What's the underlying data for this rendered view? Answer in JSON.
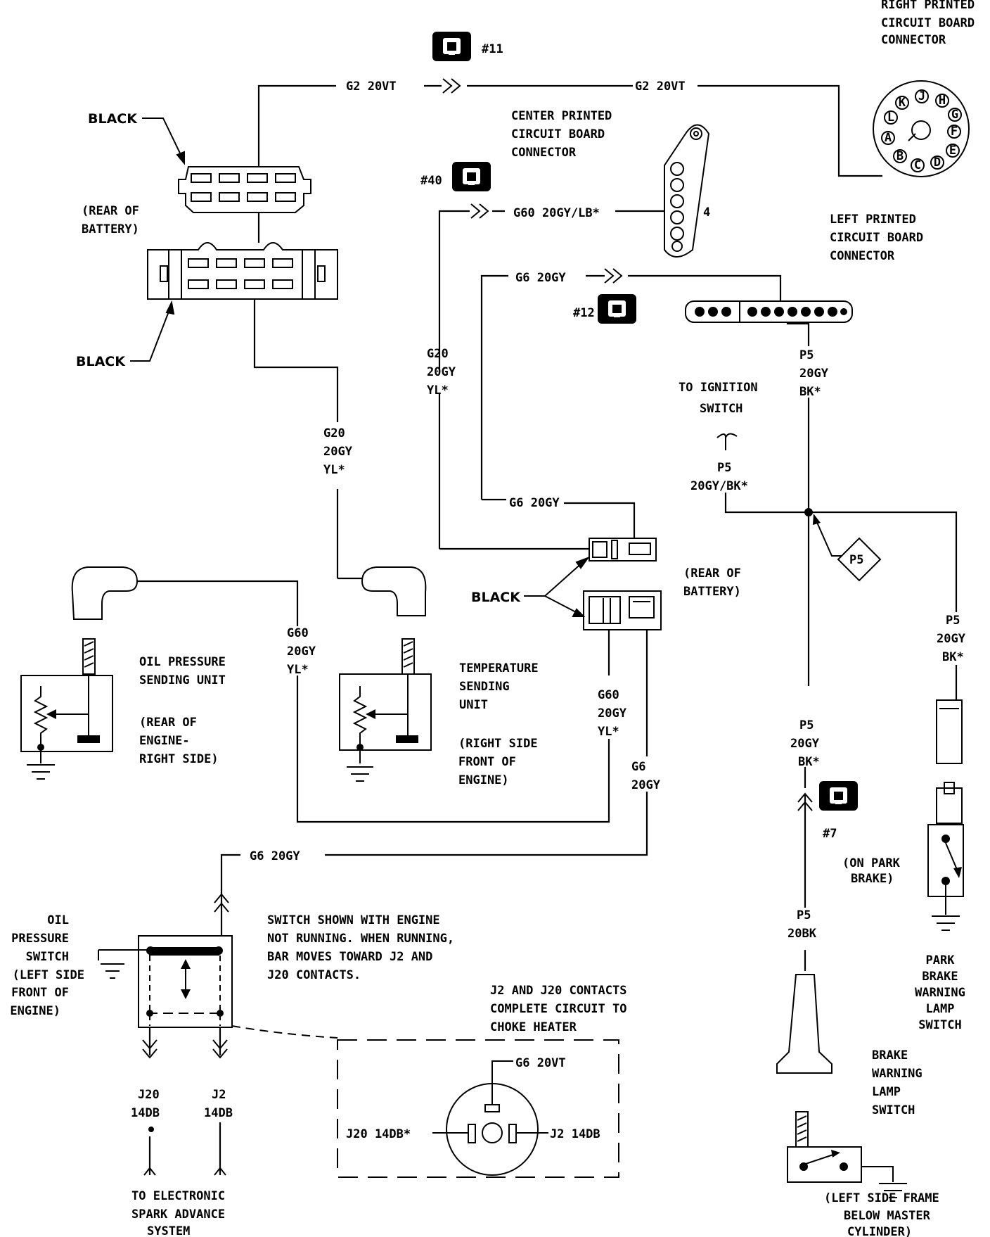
{
  "labels": {
    "right_pcb": [
      "RIGHT PRINTED",
      "CIRCUIT BOARD",
      "CONNECTOR"
    ],
    "center_pcb": [
      "CENTER PRINTED",
      "CIRCUIT BOARD",
      "CONNECTOR"
    ],
    "left_pcb": [
      "LEFT PRINTED",
      "CIRCUIT BOARD",
      "CONNECTOR"
    ],
    "black_top": "BLACK",
    "black_mid": "BLACK",
    "black_right": "BLACK",
    "rear_battery_left": [
      "(REAR OF",
      "BATTERY)"
    ],
    "rear_battery_right": [
      "(REAR OF",
      "BATTERY)"
    ],
    "oil_sender": [
      "OIL PRESSURE",
      "SENDING UNIT"
    ],
    "oil_sender_loc": [
      "(REAR OF",
      "ENGINE-",
      "RIGHT SIDE)"
    ],
    "temp_sender": [
      "TEMPERATURE",
      "SENDING",
      "UNIT"
    ],
    "temp_sender_loc": [
      "(RIGHT SIDE",
      "FRONT OF",
      "ENGINE)"
    ],
    "to_ignition": [
      "TO IGNITION",
      "SWITCH"
    ],
    "oil_switch": [
      "OIL",
      "PRESSURE",
      "SWITCH",
      "(LEFT SIDE",
      "FRONT OF",
      "ENGINE)"
    ],
    "switch_note": [
      "SWITCH SHOWN WITH ENGINE",
      "NOT RUNNING. WHEN RUNNING,",
      "BAR MOVES TOWARD J2 AND",
      "J20 CONTACTS."
    ],
    "j_note": [
      "J2 AND J20 CONTACTS",
      "COMPLETE CIRCUIT TO",
      "CHOKE HEATER"
    ],
    "to_spark": [
      "TO ELECTRONIC",
      "SPARK ADVANCE",
      "SYSTEM"
    ],
    "on_park_brake": [
      "(ON PARK",
      "BRAKE)"
    ],
    "park_switch": [
      "PARK",
      "BRAKE",
      "WARNING",
      "LAMP",
      "SWITCH"
    ],
    "brake_switch": [
      "BRAKE",
      "WARNING",
      "LAMP",
      "SWITCH"
    ],
    "brake_loc": [
      "(LEFT SIDE FRAME",
      "BELOW MASTER",
      "CYLINDER)"
    ],
    "pin4": "4"
  },
  "wires": {
    "g2_left": "G2 20VT",
    "g2_right": "G2 20VT",
    "g60_top": "G60 20GY/LB*",
    "g6_top": "G6 20GY",
    "g6_mid": "G6 20GY",
    "g6_bottom": "G6 20GY",
    "g20_left": [
      "G20",
      "20GY",
      "YL*"
    ],
    "g20_center": [
      "G20",
      "20GY",
      "YL*"
    ],
    "g60_left": [
      "G60",
      "20GY",
      "YL*"
    ],
    "g60_right": [
      "G60",
      "20GY",
      "YL*"
    ],
    "g6_vert": [
      "G6",
      "20GY"
    ],
    "p5_top": [
      "P5",
      "20GY",
      "BK*"
    ],
    "p5_ign": [
      "P5",
      "20GY/BK*"
    ],
    "p5_park": [
      "P5",
      "20GY",
      "BK*"
    ],
    "p5_mid": [
      "P5",
      "20GY",
      "BK*"
    ],
    "p5_bottom": [
      "P5",
      "20BK"
    ],
    "j20_left": [
      "J20",
      "14DB"
    ],
    "j2_left": [
      "J2",
      "14DB"
    ],
    "g6_inset": "G6 20VT",
    "j20_inset": "J20 14DB*",
    "j2_inset": "J2 14DB"
  },
  "connector_refs": {
    "ref11": "#11",
    "ref40": "#40",
    "ref12": "#12",
    "ref7": "#7",
    "splice": "P5"
  },
  "right_pcb_pins": [
    "K",
    "J",
    "H",
    "G",
    "F",
    "E",
    "D",
    "C",
    "B",
    "A",
    "L"
  ]
}
